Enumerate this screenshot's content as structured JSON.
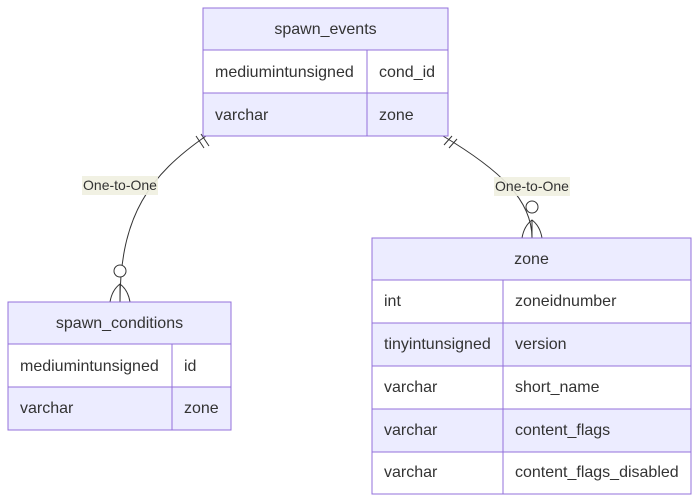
{
  "entities": {
    "spawn_events": {
      "name": "spawn_events",
      "attributes": [
        {
          "type": "mediumintunsigned",
          "name": "cond_id"
        },
        {
          "type": "varchar",
          "name": "zone"
        }
      ]
    },
    "spawn_conditions": {
      "name": "spawn_conditions",
      "attributes": [
        {
          "type": "mediumintunsigned",
          "name": "id"
        },
        {
          "type": "varchar",
          "name": "zone"
        }
      ]
    },
    "zone": {
      "name": "zone",
      "attributes": [
        {
          "type": "int",
          "name": "zoneidnumber"
        },
        {
          "type": "tinyintunsigned",
          "name": "version"
        },
        {
          "type": "varchar",
          "name": "short_name"
        },
        {
          "type": "varchar",
          "name": "content_flags"
        },
        {
          "type": "varchar",
          "name": "content_flags_disabled"
        }
      ]
    }
  },
  "relationships": [
    {
      "from": "spawn_events",
      "to": "spawn_conditions",
      "label": "One-to-One",
      "from_cardinality": "exactly-one",
      "to_cardinality": "zero-or-more"
    },
    {
      "from": "spawn_events",
      "to": "zone",
      "label": "One-to-One",
      "from_cardinality": "exactly-one",
      "to_cardinality": "zero-or-more"
    }
  ],
  "colors": {
    "header_fill": "#ECECFF",
    "row_alt_fill": "#ECECFF",
    "row_fill": "#ffffff",
    "border": "#9370DB",
    "line": "#333333",
    "label_bg": "#F0F0E0"
  }
}
